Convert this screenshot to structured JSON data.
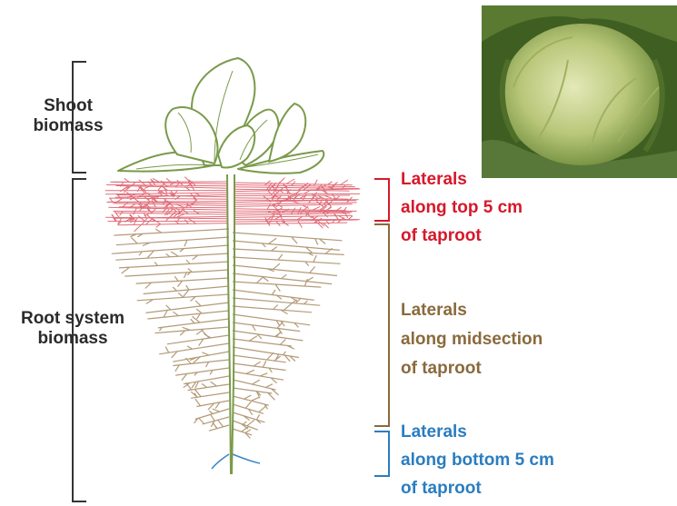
{
  "labels": {
    "shoot_biomass": [
      "Shoot",
      "biomass"
    ],
    "root_system_biomass": [
      "Root system",
      "biomass"
    ],
    "laterals_top": [
      "Laterals",
      "along top 5 cm",
      "of taproot"
    ],
    "laterals_mid": [
      "Laterals",
      "along midsection",
      "of taproot"
    ],
    "laterals_bottom": [
      "Laterals",
      "along bottom 5 cm",
      "of taproot"
    ]
  },
  "colors": {
    "top_roots": "#e06c78",
    "mid_roots": "#b39a78",
    "bottom_roots": "#3a86c8",
    "plant": "#7a9a4a",
    "top_label": "#d6182a",
    "mid_label": "#8a6a3c",
    "bottom_label": "#2a7dc0",
    "bracket_dark": "#333333"
  },
  "images": {
    "photo": "lettuce-head-photo"
  }
}
